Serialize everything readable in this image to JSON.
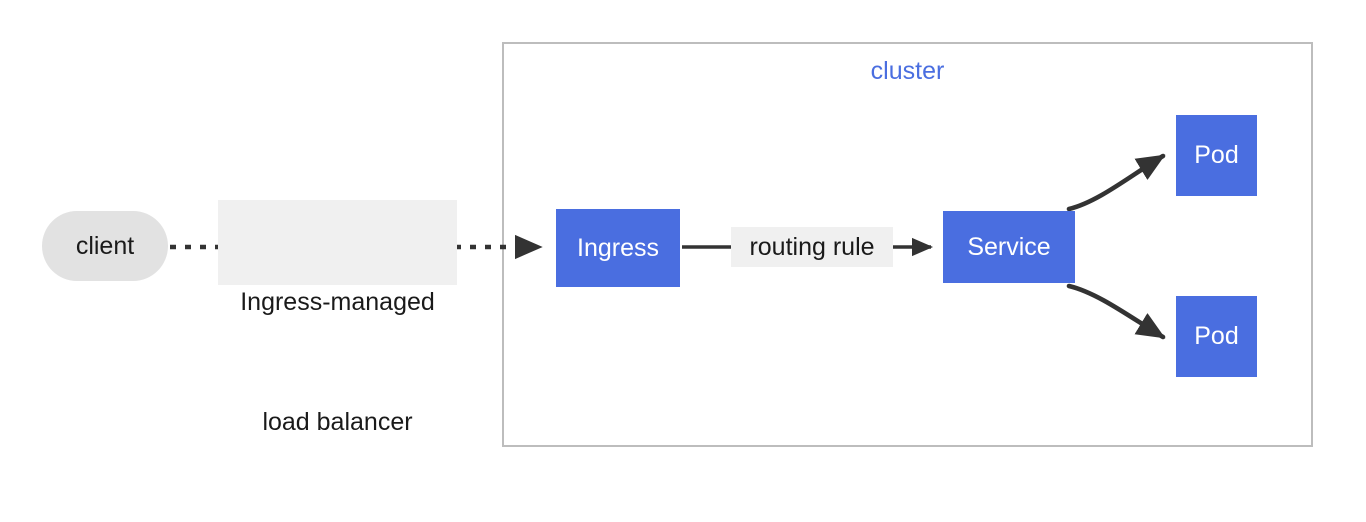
{
  "diagram": {
    "type": "kubernetes-ingress-flow",
    "background_color": "#ffffff",
    "accent_color": "#4a6ee0",
    "node_text_color": "#ffffff",
    "edge_color": "#333333",
    "cluster_border_color": "#bdbdbd",
    "label_background_color": "#f0f0f0"
  },
  "cluster": {
    "title": "cluster"
  },
  "nodes": {
    "client": {
      "label": "client",
      "shape": "stadium",
      "fill": "#e2e2e2"
    },
    "ingress": {
      "label": "Ingress",
      "shape": "rect",
      "fill": "#4a6ee0"
    },
    "service": {
      "label": "Service",
      "shape": "rect",
      "fill": "#4a6ee0"
    },
    "pod_top": {
      "label": "Pod",
      "shape": "rect",
      "fill": "#4a6ee0"
    },
    "pod_bottom": {
      "label": "Pod",
      "shape": "rect",
      "fill": "#4a6ee0"
    }
  },
  "edges": {
    "client_to_ingress": {
      "label_line1": "Ingress-managed",
      "label_line2": "load balancer",
      "style": "dotted",
      "arrow": true
    },
    "ingress_to_service": {
      "label": "routing rule",
      "style": "solid",
      "arrow": true
    },
    "service_to_pod_top": {
      "label": "",
      "style": "curved",
      "arrow": true
    },
    "service_to_pod_bottom": {
      "label": "",
      "style": "curved",
      "arrow": true
    }
  }
}
